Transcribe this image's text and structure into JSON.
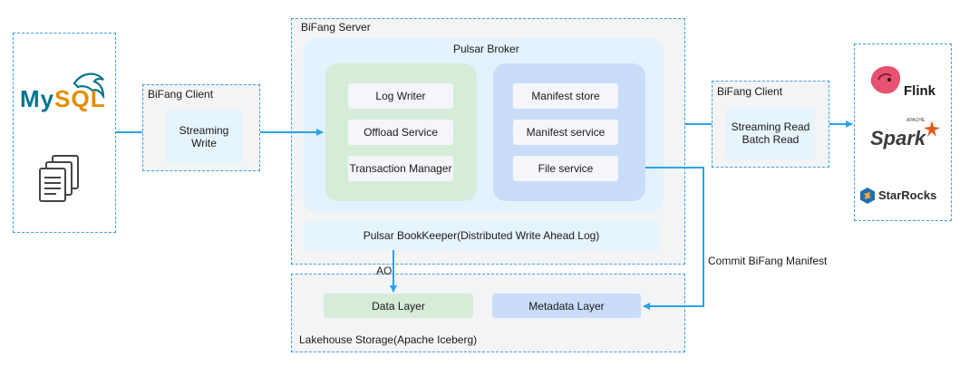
{
  "colors": {
    "accent_blue": "#2aa3ec",
    "dashed_border": "#3a9fe0",
    "container_grey": "#f3f4f6",
    "broker_bg": "#e3f2fc",
    "green_panel": "#d5ecd9",
    "blue_panel": "#c9dcf8",
    "mysql_blue": "#00758f",
    "mysql_orange": "#e48e00",
    "flink_pink": "#e6526f",
    "spark_orange": "#e25a1c",
    "starrocks_blue": "#1f6fb2"
  },
  "sources": {
    "mysql_logo": {
      "my": "My",
      "sql": "SQL"
    },
    "files_icon": "documents-icon"
  },
  "client_write": {
    "title": "BiFang Client",
    "box_lines": [
      "Streaming",
      "Write"
    ]
  },
  "server": {
    "title": "BiFang Server",
    "broker_title": "Pulsar Broker",
    "green_items": [
      "Log Writer",
      "Offload Service",
      "Transaction Manager"
    ],
    "blue_items": [
      "Manifest store",
      "Manifest service",
      "File service"
    ],
    "bookkeeper": "Pulsar BookKeeper(Distributed Write Ahead Log)"
  },
  "storage": {
    "title": "Lakehouse Storage(Apache Iceberg)",
    "data_layer": "Data Layer",
    "metadata_layer": "Metadata Layer"
  },
  "edges": {
    "ao_label": "AO",
    "commit_label": "Commit BiFang Manifest"
  },
  "client_read": {
    "title": "BiFang Client",
    "box_lines": [
      "Streaming Read",
      "Batch Read"
    ]
  },
  "engines": {
    "flink": "Flink",
    "spark_apache": "APACHE",
    "spark": "Spark",
    "starrocks": "StarRocks"
  }
}
